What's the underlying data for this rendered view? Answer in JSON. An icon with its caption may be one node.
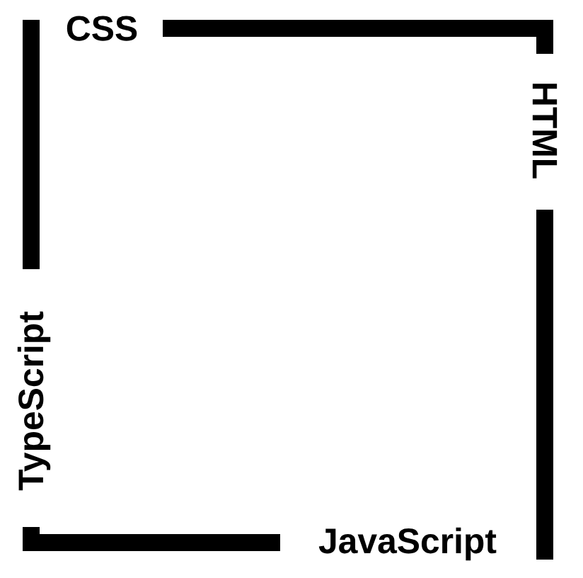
{
  "diagram": {
    "labels": [
      "CSS",
      "HTML",
      "JavaScript",
      "TypeScript"
    ]
  }
}
